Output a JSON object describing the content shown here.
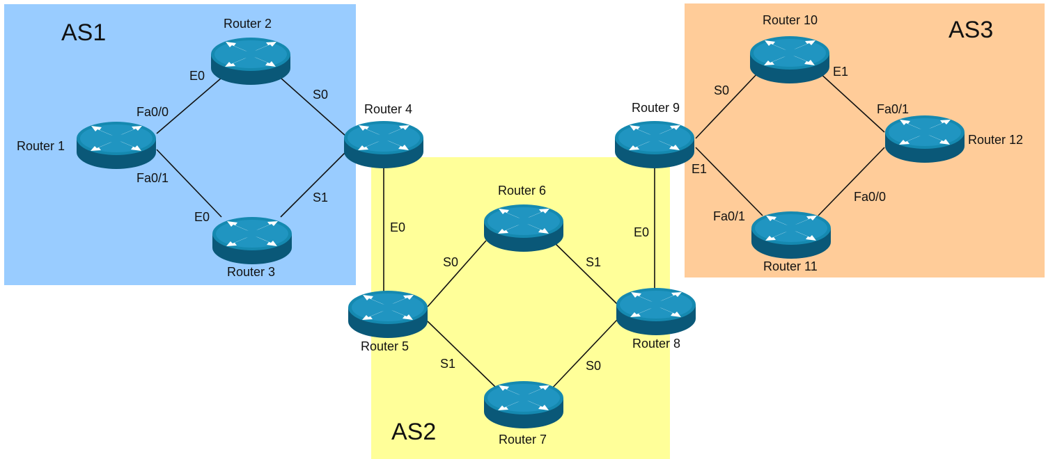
{
  "colors": {
    "as1": "#99ccff",
    "as2": "#ffff99",
    "as3": "#ffcc99",
    "router_dark": "#0a5878",
    "router_mid": "#1589b0",
    "router_light": "#34aee0",
    "arrow": "#ffffff"
  },
  "areas": [
    {
      "id": "as1",
      "label": "AS1"
    },
    {
      "id": "as2",
      "label": "AS2"
    },
    {
      "id": "as3",
      "label": "AS3"
    }
  ],
  "routers": [
    {
      "id": "r1",
      "label": "Router 1"
    },
    {
      "id": "r2",
      "label": "Router 2"
    },
    {
      "id": "r3",
      "label": "Router 3"
    },
    {
      "id": "r4",
      "label": "Router 4"
    },
    {
      "id": "r5",
      "label": "Router 5"
    },
    {
      "id": "r6",
      "label": "Router 6"
    },
    {
      "id": "r7",
      "label": "Router 7"
    },
    {
      "id": "r8",
      "label": "Router 8"
    },
    {
      "id": "r9",
      "label": "Router 9"
    },
    {
      "id": "r10",
      "label": "Router 10"
    },
    {
      "id": "r11",
      "label": "Router 11"
    },
    {
      "id": "r12",
      "label": "Router 12"
    }
  ],
  "links": [
    {
      "from": "r1",
      "to": "r2"
    },
    {
      "from": "r1",
      "to": "r3"
    },
    {
      "from": "r2",
      "to": "r4"
    },
    {
      "from": "r3",
      "to": "r4"
    },
    {
      "from": "r4",
      "to": "r5"
    },
    {
      "from": "r5",
      "to": "r6"
    },
    {
      "from": "r5",
      "to": "r7"
    },
    {
      "from": "r6",
      "to": "r8"
    },
    {
      "from": "r7",
      "to": "r8"
    },
    {
      "from": "r9",
      "to": "r8"
    },
    {
      "from": "r9",
      "to": "r10"
    },
    {
      "from": "r9",
      "to": "r11"
    },
    {
      "from": "r10",
      "to": "r12"
    },
    {
      "from": "r11",
      "to": "r12"
    }
  ],
  "interface_labels": [
    {
      "id": "r1-fa00",
      "text": "Fa0/0"
    },
    {
      "id": "r1-fa01",
      "text": "Fa0/1"
    },
    {
      "id": "r2-e0",
      "text": "E0"
    },
    {
      "id": "r2-s0",
      "text": "S0"
    },
    {
      "id": "r3-e0",
      "text": "E0"
    },
    {
      "id": "r3-s1",
      "text": "S1"
    },
    {
      "id": "r4-e0",
      "text": "E0"
    },
    {
      "id": "r5-s0",
      "text": "S0"
    },
    {
      "id": "r5-s1",
      "text": "S1"
    },
    {
      "id": "r6-s1",
      "text": "S1"
    },
    {
      "id": "r7-s0",
      "text": "S0"
    },
    {
      "id": "r9-e0",
      "text": "E0"
    },
    {
      "id": "r9-s0",
      "text": "S0"
    },
    {
      "id": "r9-e1",
      "text": "E1"
    },
    {
      "id": "r10-e1",
      "text": "E1"
    },
    {
      "id": "r12-fa01",
      "text": "Fa0/1"
    },
    {
      "id": "r12-fa00",
      "text": "Fa0/0"
    },
    {
      "id": "r11-fa01",
      "text": "Fa0/1"
    }
  ]
}
